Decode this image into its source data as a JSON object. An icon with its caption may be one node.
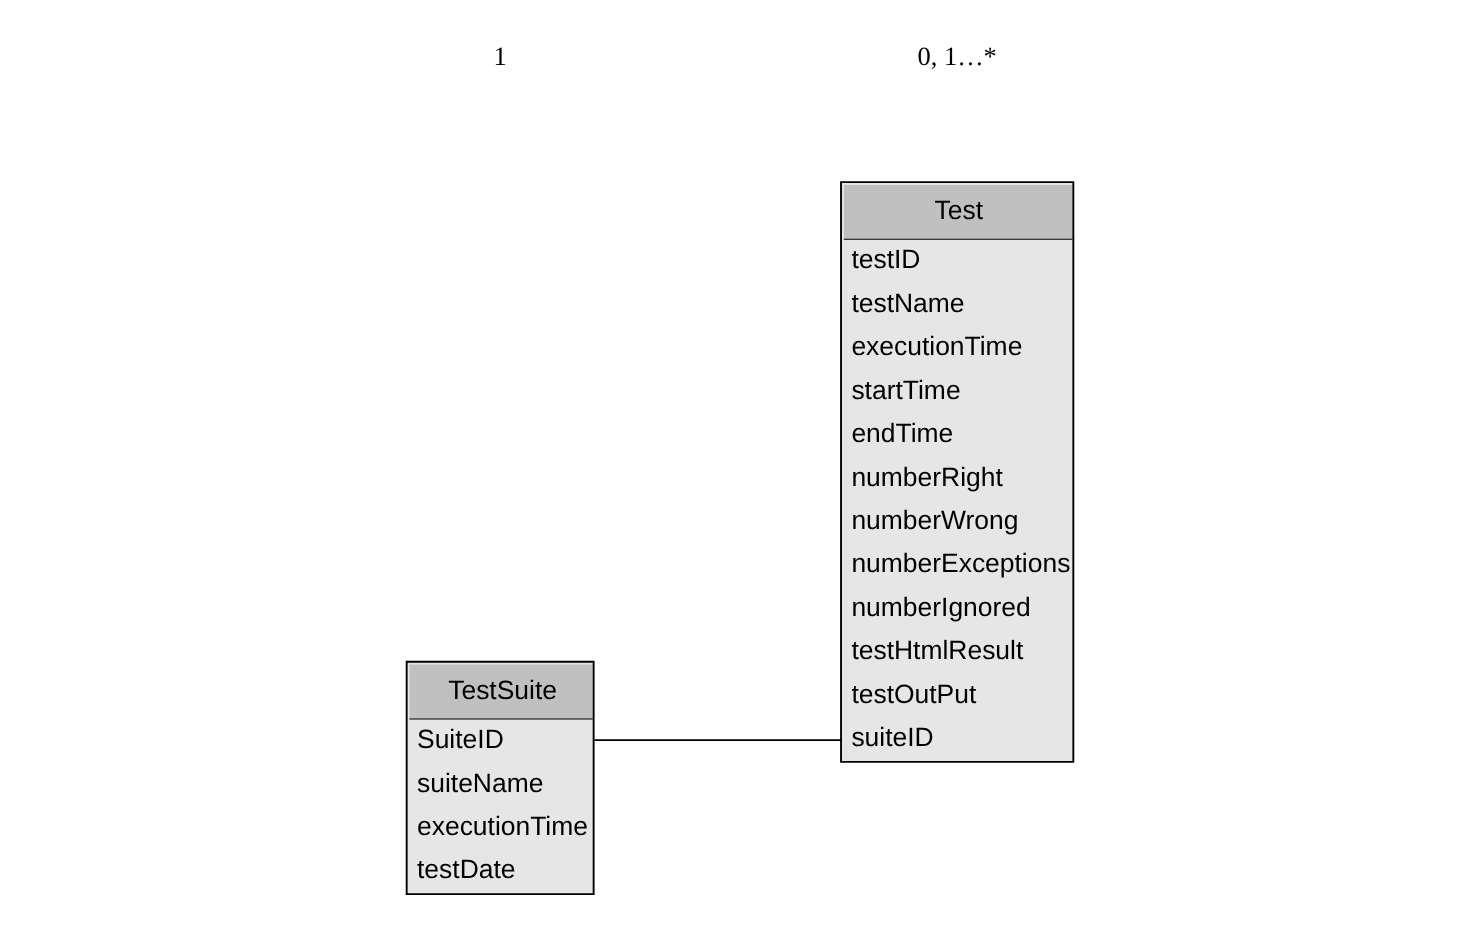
{
  "diagram": {
    "nodes": [
      {
        "text": [
          "TestSuite",
          "SuiteID",
          "suiteName",
          "executionTime",
          "testDate"
        ]
      },
      {
        "text": [
          "Test",
          "testID",
          "testName",
          "executionTime",
          "startTime",
          "endTime",
          "numberRight",
          "numberWrong",
          "numberExceptions",
          "numberIgnored",
          "testHtmlResult",
          "testOutPut",
          "suiteID"
        ]
      }
    ],
    "edges": [
      {
        "from": 0,
        "to": 1,
        "arrow": "none"
      }
    ],
    "labels": [
      "1",
      "0, 1…*"
    ]
  }
}
